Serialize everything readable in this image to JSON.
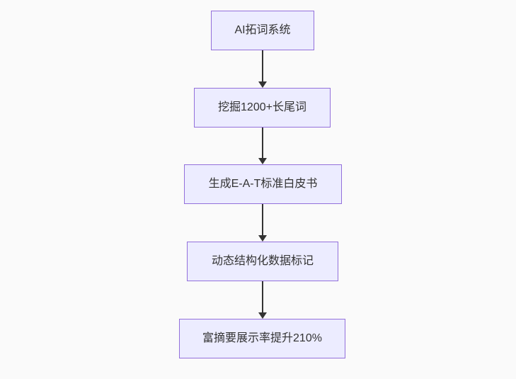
{
  "diagram": {
    "type": "flowchart",
    "direction": "top-down",
    "colors": {
      "bg": "#fafafa",
      "node_fill": "#ECECFF",
      "node_border": "#9370DB",
      "arrow": "#333333",
      "text": "#333333"
    },
    "nodes": [
      {
        "label": "AI拓词系统"
      },
      {
        "label": "挖掘1200+长尾词"
      },
      {
        "label": "生成E-A-T标准白皮书"
      },
      {
        "label": "动态结构化数据标记"
      },
      {
        "label": "富摘要展示率提升210%"
      }
    ],
    "edges": [
      {
        "from": 0,
        "to": 1,
        "style": "arrow-down"
      },
      {
        "from": 1,
        "to": 2,
        "style": "arrow-down"
      },
      {
        "from": 2,
        "to": 3,
        "style": "arrow-down"
      },
      {
        "from": 3,
        "to": 4,
        "style": "arrow-down"
      }
    ]
  }
}
